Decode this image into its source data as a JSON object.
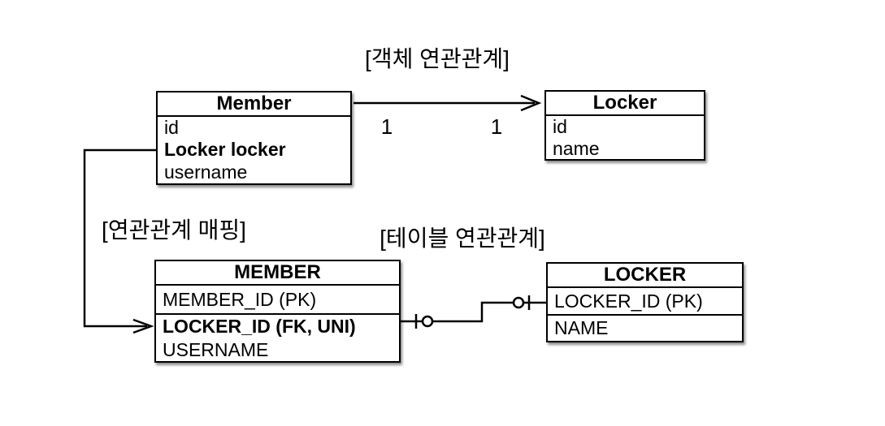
{
  "titles": {
    "object_association": "[객체 연관관계]",
    "mapping": "[연관관계 매핑]",
    "table_association": "[테이블 연관관계]"
  },
  "object_diagram": {
    "member": {
      "title": "Member",
      "fields": [
        "id",
        "Locker locker",
        "username"
      ]
    },
    "locker": {
      "title": "Locker",
      "fields": [
        "id",
        "name"
      ]
    },
    "multiplicity": {
      "member_side": "1",
      "locker_side": "1"
    }
  },
  "table_diagram": {
    "member": {
      "title": "MEMBER",
      "columns": [
        "MEMBER_ID (PK)",
        "LOCKER_ID (FK, UNI)",
        "USERNAME"
      ]
    },
    "locker": {
      "title": "LOCKER",
      "columns": [
        "LOCKER_ID (PK)",
        "NAME"
      ]
    }
  },
  "colors": {
    "line": "#000000",
    "background": "#ffffff",
    "box_fill": "#ffffff",
    "text": "#000000"
  }
}
